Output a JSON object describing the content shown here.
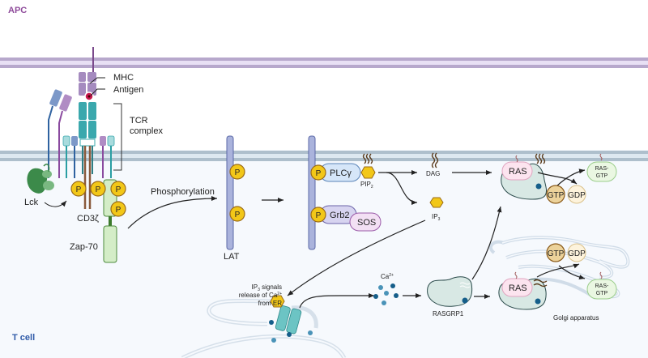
{
  "regions": {
    "apc_label": "APC",
    "tcell_label": "T cell",
    "apc_color": "#8e4a9a",
    "tcell_color": "#2f5aa8"
  },
  "labels": {
    "mhc": "MHC",
    "antigen": "Antigen",
    "tcr_line1": "TCR",
    "tcr_line2": "complex",
    "lck": "Lck",
    "cd3z": "CD3ζ",
    "zap70": "Zap-70",
    "phosphorylation": "Phosphorylation",
    "lat": "LAT",
    "plcg": "PLCγ",
    "pip2": "PIP",
    "pip2_sub": "2",
    "grb2": "Grb2",
    "sos": "SOS",
    "dag": "DAG",
    "ip3": "IP",
    "ip3_sub": "3",
    "ip3_signals_line1": "IP",
    "ip3_signals_sub": "3",
    "ip3_signals_line1_rest": " signals",
    "ip3_signals_line2": "release of Ca",
    "ip3_signals_sup": "2+",
    "ip3_signals_line3": "from ER",
    "ca": "Ca",
    "ca_sup": "2+",
    "rasgrp1": "RASGRP1",
    "ras_membrane": "RAS",
    "ras_golgi": "RAS",
    "gtp_top": "GTP",
    "gdp_top": "GDP",
    "gtp_golgi": "GTP",
    "gdp_golgi": "GDP",
    "rasgtp_top_1": "RAS-",
    "rasgtp_top_2": "GTP",
    "rasgtp_golgi_1": "RAS-",
    "rasgtp_golgi_2": "GTP",
    "golgi": "Golgi apparatus",
    "p": "P"
  },
  "colors": {
    "phospho": "#f2c718",
    "phospho_border": "#9a6a16",
    "tcr_teal": "#3aa8ad",
    "mhc_purple": "#9b7bb5",
    "lat_blue": "#aab3dc",
    "zap_green": "#d4edc7",
    "lck_green": "#3c8a4a",
    "ras_pink": "#fce4ef",
    "rasgtp_green": "#e8f6e0",
    "gtp": "#ecd29a",
    "gdp": "#fdf3dc",
    "ca_dark": "#155e8a",
    "ca_light": "#4a93b8"
  }
}
